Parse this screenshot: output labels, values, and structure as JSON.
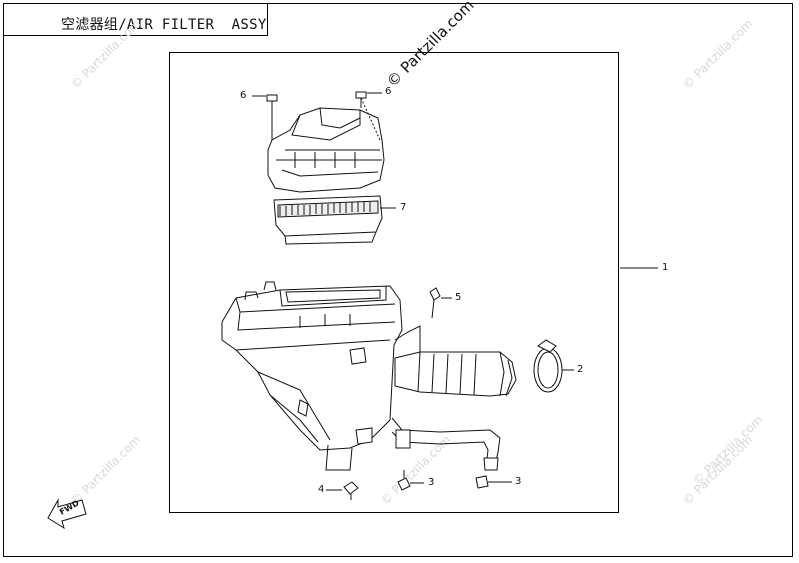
{
  "title": "空滤器组/AIR FILTER  ASSY",
  "watermark_main": "© Partzilla.com",
  "watermark_faint": "© Partzilla.com",
  "fwd_label": "FWD",
  "callouts": {
    "c1": "1",
    "c2": "2",
    "c3a": "3",
    "c3b": "3",
    "c4": "4",
    "c5": "5",
    "c6a": "6",
    "c6b": "6",
    "c7": "7"
  },
  "colors": {
    "line": "#111111",
    "watermark": "#d8d8d8"
  }
}
